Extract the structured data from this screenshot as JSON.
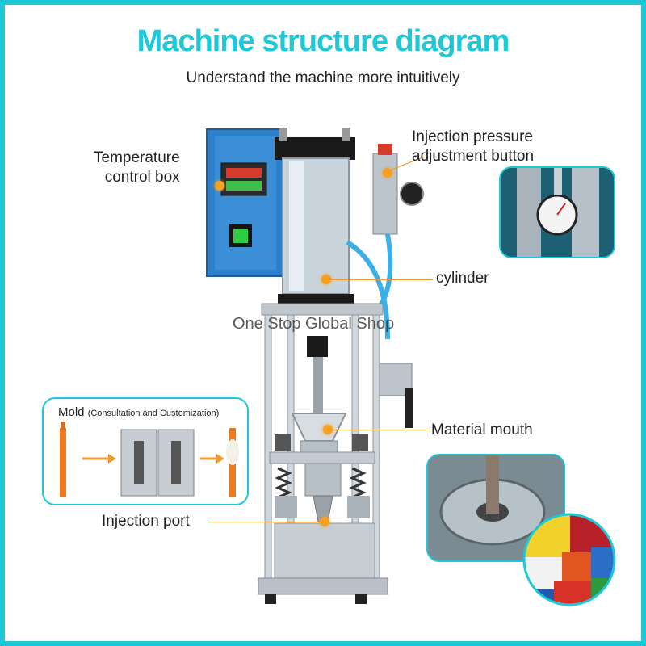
{
  "title": "Machine structure diagram",
  "subtitle": "Understand the machine more intuitively",
  "watermark": "One Stop Global Shop",
  "labels": {
    "temperature": [
      "Temperature",
      "control box"
    ],
    "pressure": [
      "Injection pressure",
      "adjustment button"
    ],
    "cylinder": "cylinder",
    "material": "Material mouth",
    "injection": "Injection port"
  },
  "mold": {
    "title": "Mold",
    "note": "(Consultation and Customization)"
  },
  "colors": {
    "accent": "#1ec8d6",
    "leader": "#f29a2e",
    "wire": "#f07a1e"
  }
}
